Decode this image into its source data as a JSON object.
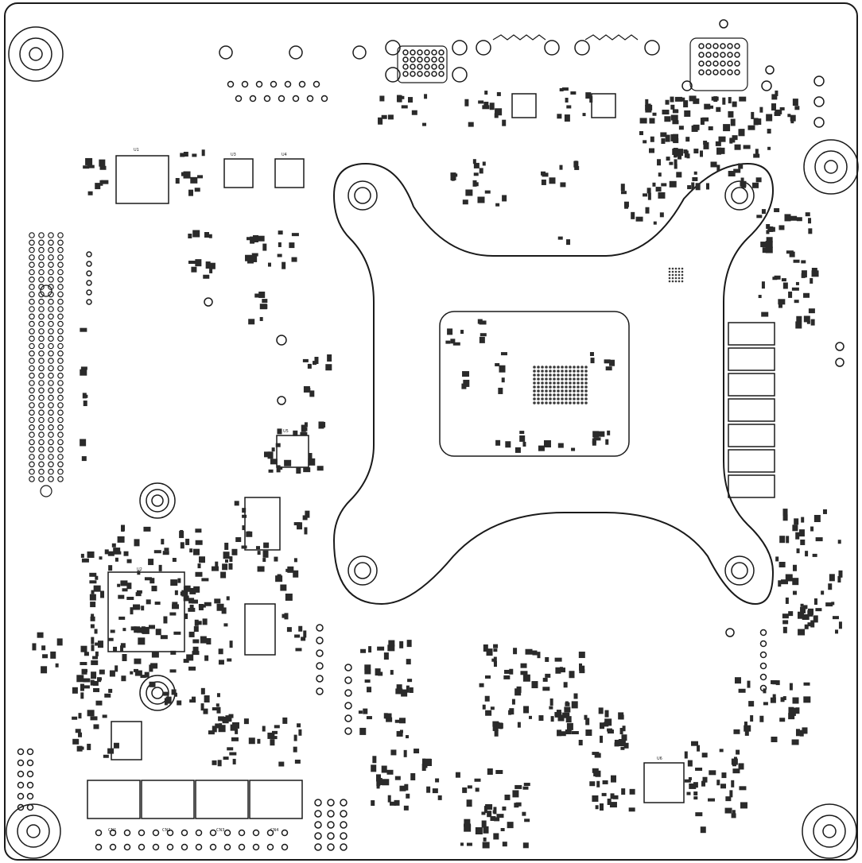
{
  "title": "",
  "colors": {
    "ink": "#1a1a1a",
    "pad": "#2a2a2a",
    "grey": "#555555",
    "paper": "#ffffff"
  },
  "labels": [
    {
      "id": "lbl-ic1",
      "text": "U1"
    },
    {
      "id": "lbl-ic2",
      "text": "U2"
    },
    {
      "id": "lbl-ic3",
      "text": "U3"
    },
    {
      "id": "lbl-ic4",
      "text": "U4"
    },
    {
      "id": "lbl-ic5",
      "text": "U5"
    },
    {
      "id": "lbl-ic6",
      "text": "U6"
    },
    {
      "id": "lbl-conn1",
      "text": "CN1"
    },
    {
      "id": "lbl-conn2",
      "text": "CN2"
    },
    {
      "id": "lbl-conn3",
      "text": "CN3"
    },
    {
      "id": "lbl-conn4",
      "text": "CN4"
    }
  ]
}
